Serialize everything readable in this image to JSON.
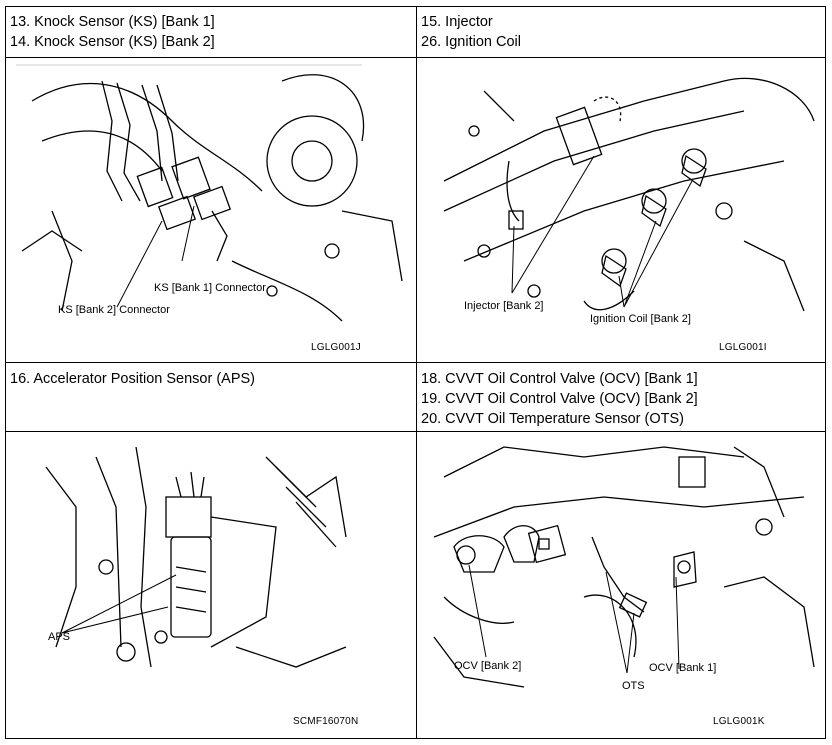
{
  "cells": {
    "top_left": {
      "lines": [
        "13. Knock Sensor (KS) [Bank 1]",
        "14. Knock Sensor (KS) [Bank 2]"
      ],
      "callouts": [
        "KS [Bank 1] Connector",
        "KS [Bank 2] Connector"
      ],
      "code": "LGLG001J"
    },
    "top_right": {
      "lines": [
        "15. Injector",
        "26. Ignition Coil"
      ],
      "callouts": [
        "Injector [Bank 2]",
        "Ignition Coil [Bank 2]"
      ],
      "code": "LGLG001I"
    },
    "bottom_left": {
      "lines": [
        "16. Accelerator Position Sensor (APS)"
      ],
      "callouts": [
        "APS"
      ],
      "code": "SCMF16070N"
    },
    "bottom_right": {
      "lines": [
        "18. CVVT Oil Control Valve (OCV) [Bank 1]",
        "19. CVVT Oil Control Valve (OCV) [Bank 2]",
        "20. CVVT Oil Temperature Sensor (OTS)"
      ],
      "callouts": [
        "OCV [Bank 2]",
        "OTS",
        "OCV [Bank 1]"
      ],
      "code": "LGLG001K"
    }
  }
}
